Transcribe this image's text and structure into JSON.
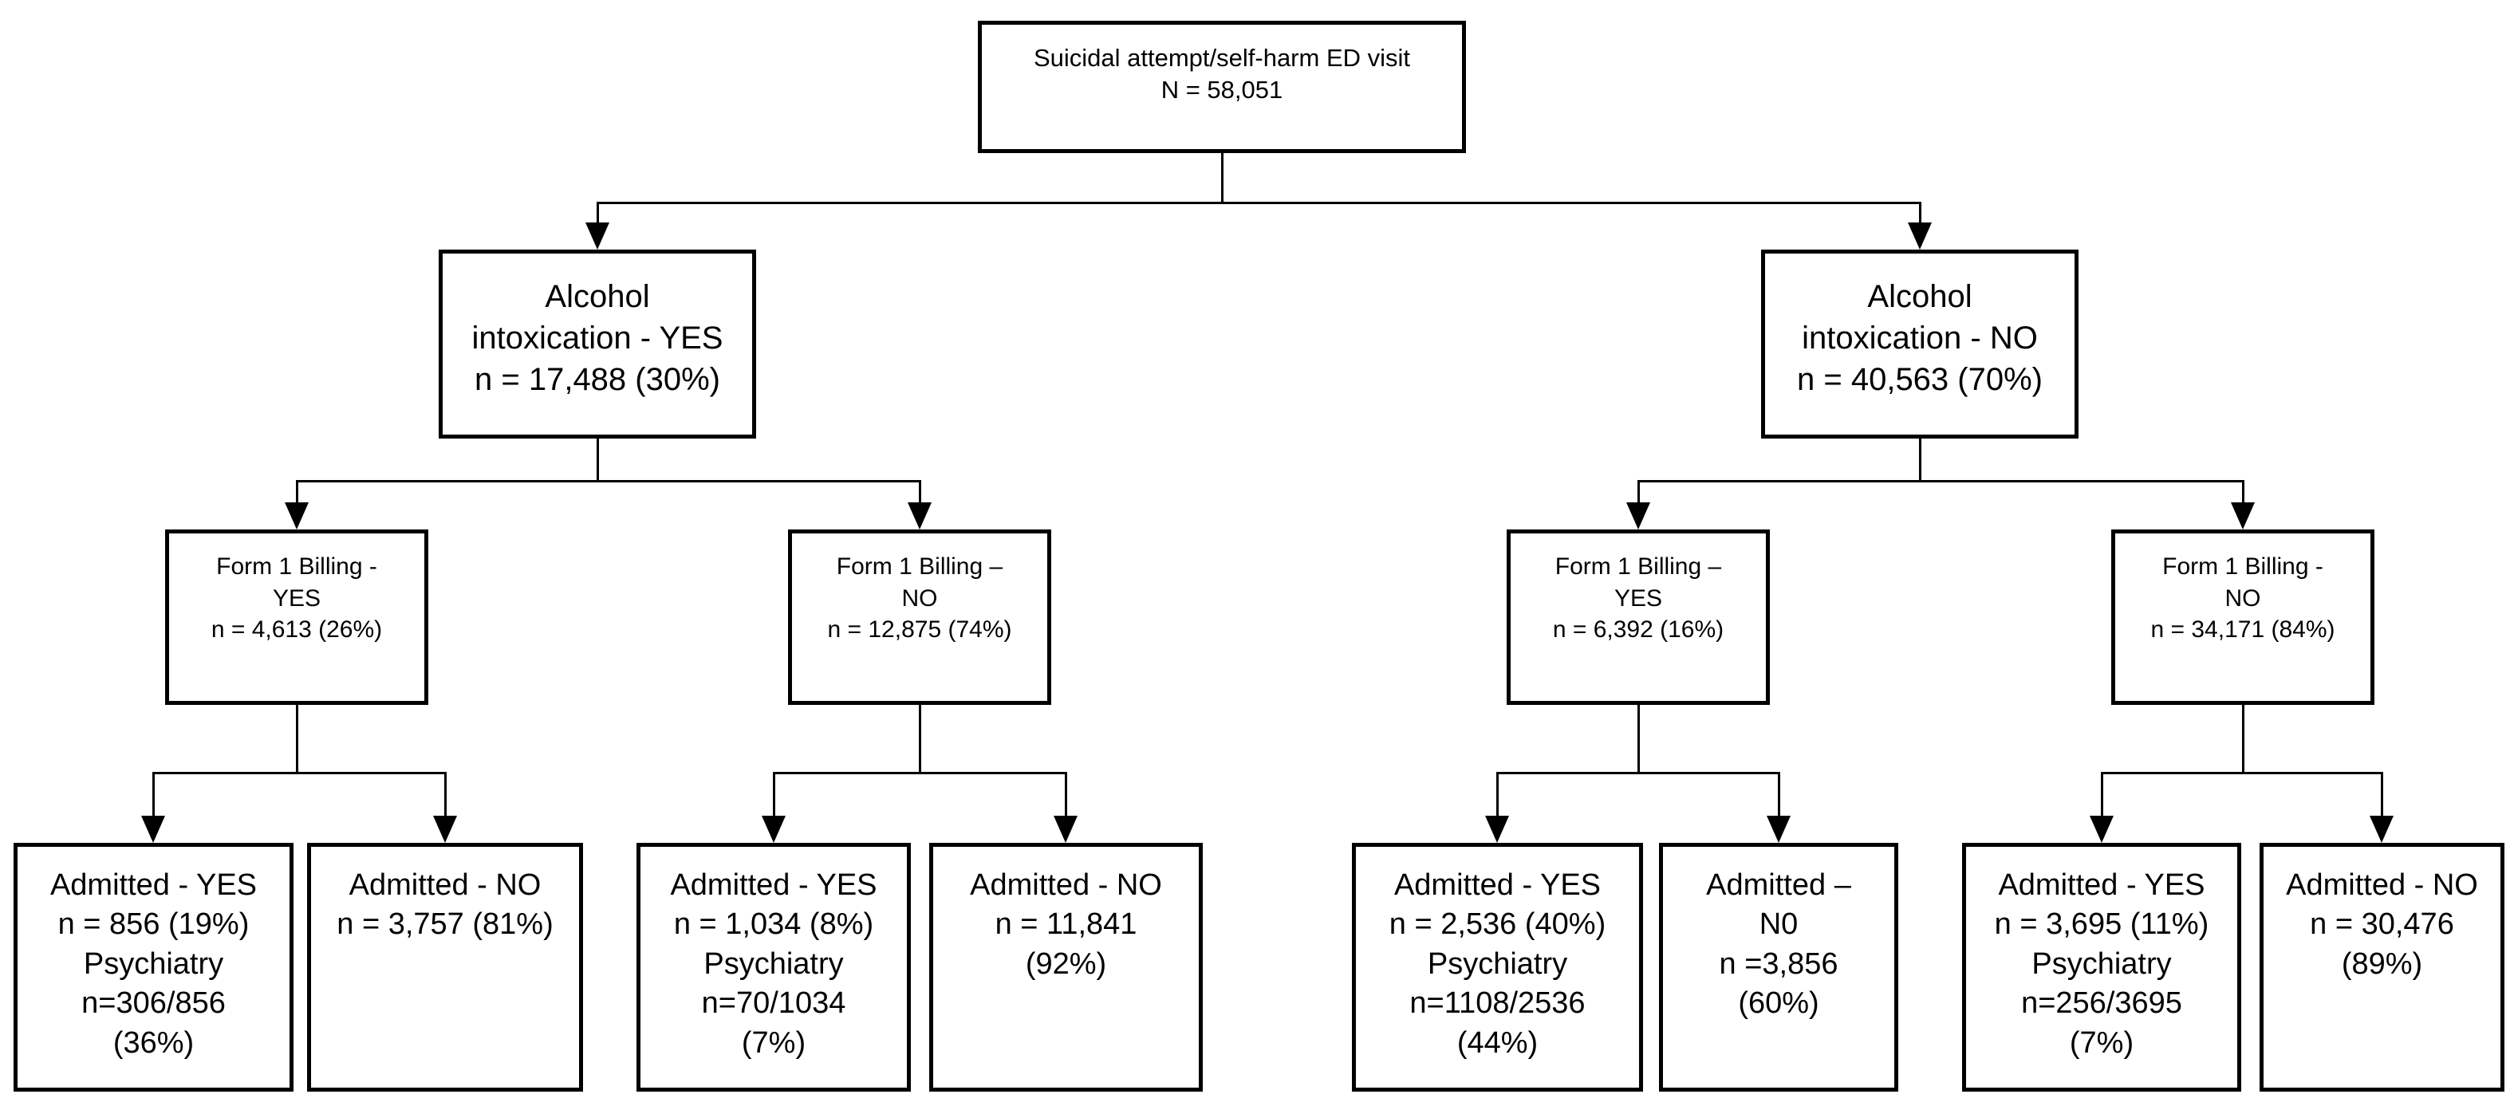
{
  "colors": {
    "line": "#000000",
    "box_border": "#000000",
    "box_fill": "#ffffff",
    "text": "#000000"
  },
  "nodes": {
    "root": {
      "lines": [
        "Suicidal attempt/self-harm ED visit",
        "N = 58,051"
      ]
    },
    "alcohol_yes": {
      "lines": [
        "Alcohol",
        "intoxication - YES",
        "n = 17,488 (30%)"
      ]
    },
    "alcohol_no": {
      "lines": [
        "Alcohol",
        "intoxication - NO",
        "n = 40,563 (70%)"
      ]
    },
    "form1_yes_alc_yes": {
      "lines": [
        "Form 1 Billing -",
        "YES",
        "n = 4,613 (26%)"
      ]
    },
    "form1_no_alc_yes": {
      "lines": [
        "Form 1 Billing –",
        "NO",
        "n = 12,875 (74%)"
      ]
    },
    "form1_yes_alc_no": {
      "lines": [
        "Form 1 Billing –",
        "YES",
        "n = 6,392 (16%)"
      ]
    },
    "form1_no_alc_no": {
      "lines": [
        "Form 1 Billing -",
        "NO",
        "n = 34,171 (84%)"
      ]
    },
    "admitted_yes_1": {
      "lines": [
        "Admitted - YES",
        "n = 856 (19%)",
        "Psychiatry",
        "n=306/856",
        "(36%)"
      ]
    },
    "admitted_no_1": {
      "lines": [
        "Admitted - NO",
        "n = 3,757 (81%)"
      ]
    },
    "admitted_yes_2": {
      "lines": [
        "Admitted - YES",
        "n = 1,034 (8%)",
        "Psychiatry",
        "n=70/1034",
        "(7%)"
      ]
    },
    "admitted_no_2": {
      "lines": [
        "Admitted - NO",
        "n = 11,841",
        "(92%)"
      ]
    },
    "admitted_yes_3": {
      "lines": [
        "Admitted - YES",
        "n = 2,536 (40%)",
        "Psychiatry",
        "n=1108/2536",
        "(44%)"
      ]
    },
    "admitted_no_3": {
      "lines": [
        "Admitted –",
        "N0",
        "n =3,856",
        "(60%)"
      ]
    },
    "admitted_yes_4": {
      "lines": [
        "Admitted - YES",
        "n = 3,695 (11%)",
        "Psychiatry",
        "n=256/3695",
        "(7%)"
      ]
    },
    "admitted_no_4": {
      "lines": [
        "Admitted - NO",
        "n = 30,476",
        "(89%)"
      ]
    }
  }
}
